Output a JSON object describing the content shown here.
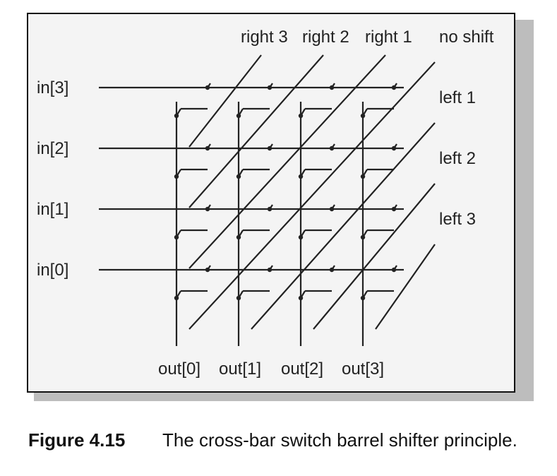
{
  "figure": {
    "number": "Figure 4.15",
    "caption": "The cross-bar switch barrel shifter principle."
  },
  "inputs": [
    "in[3]",
    "in[2]",
    "in[1]",
    "in[0]"
  ],
  "outputs": [
    "out[0]",
    "out[1]",
    "out[2]",
    "out[3]"
  ],
  "shift_labels": {
    "top": [
      "right 3",
      "right 2",
      "right 1",
      "no shift"
    ],
    "side": [
      "left 1",
      "left 2",
      "left 3"
    ]
  },
  "colors": {
    "line": "#222222",
    "background": "#f4f4f4",
    "shadow": "#bdbdbd"
  }
}
